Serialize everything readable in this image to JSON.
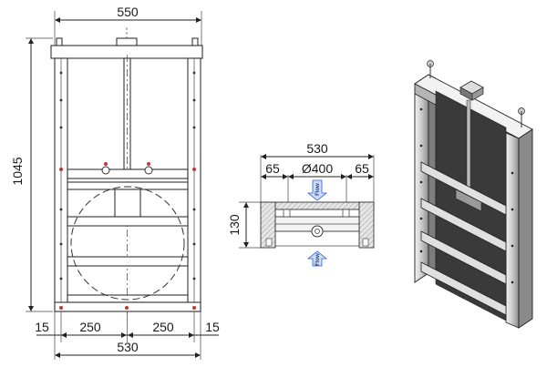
{
  "front_view": {
    "top_width": "550",
    "height": "1045",
    "bottom_left_margin": "15",
    "bottom_left_span": "250",
    "bottom_right_span": "250",
    "bottom_right_margin": "15",
    "bottom_total": "530"
  },
  "section_view": {
    "overall_width": "530",
    "left_offset": "65",
    "bore": "Ø400",
    "right_offset": "65",
    "depth": "130",
    "flow_label_top": "Flow",
    "flow_label_bottom": "Flow",
    "flow_arrow_color": "#2b5fd9"
  },
  "iso_view": {
    "description_icons": [
      "gate-frame-icon"
    ]
  },
  "colors": {
    "line": "#222222",
    "bolt_red": "#c0392b",
    "section_fill": "#dedede"
  }
}
